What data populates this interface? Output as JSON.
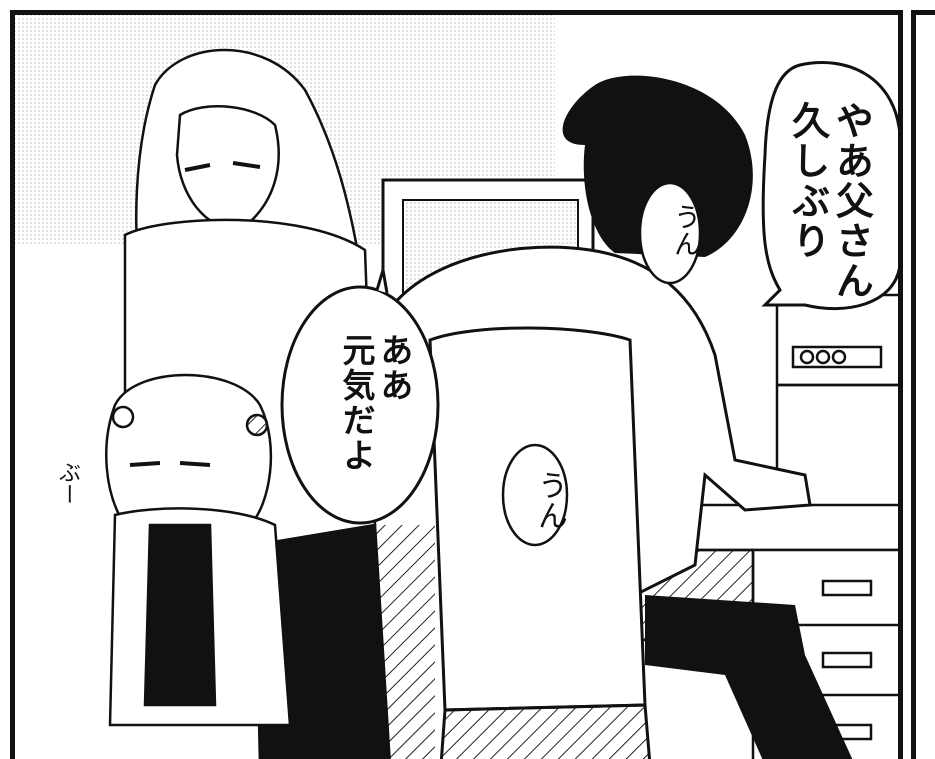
{
  "speech": {
    "son": "やあ父さん\n久しぶり",
    "father": "ああ\n元気だよ"
  },
  "asides": {
    "top": "うん",
    "chair": "うん"
  },
  "sfx": "ぶー"
}
